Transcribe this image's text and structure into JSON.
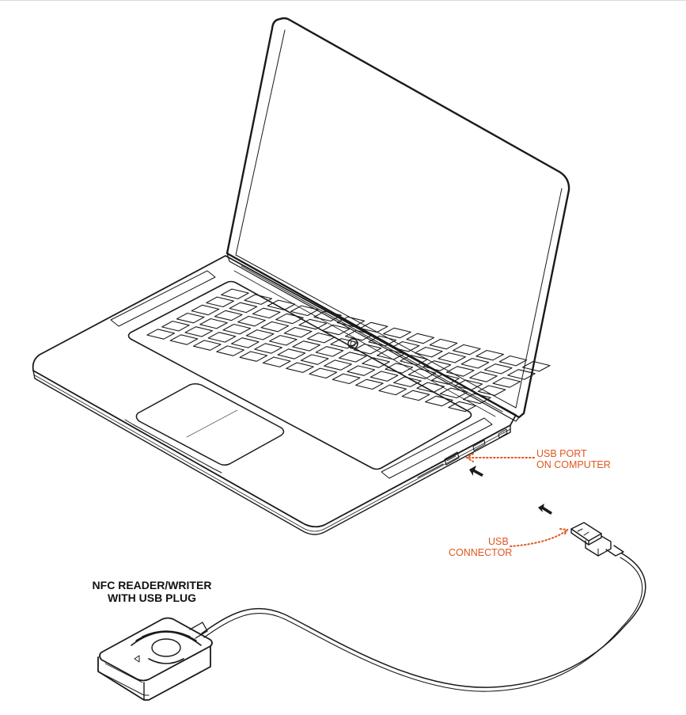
{
  "diagram": {
    "title_lines": [
      "NFC READER/WRITER",
      "WITH USB PLUG"
    ],
    "usb_port_lines": [
      "USB PORT",
      "ON COMPUTER"
    ],
    "usb_connector_lines": [
      "USB",
      "CONNECTOR"
    ],
    "colors": {
      "line": "#1a1a1a",
      "annotation": "#e0561f",
      "title": "#111111",
      "background": "#ffffff"
    }
  }
}
